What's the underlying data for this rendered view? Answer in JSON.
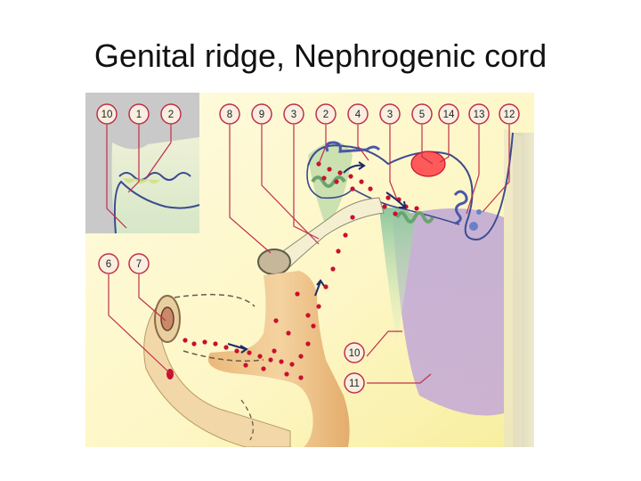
{
  "slide": {
    "title": "Genital ridge, Nephrogenic cord"
  },
  "diagram": {
    "callouts_top": [
      "10",
      "1",
      "2",
      "8",
      "9",
      "3",
      "2",
      "4",
      "3",
      "5",
      "14",
      "13",
      "12"
    ],
    "callouts_left": [
      "6",
      "7"
    ],
    "callouts_bottom": [
      "10",
      "11"
    ],
    "colors": {
      "leader_line": "#c0304a",
      "cells": "#c8102e",
      "gland": "#ff5a5a",
      "duct": "#4a57a8",
      "circle_fill": "#f8efe0"
    }
  }
}
